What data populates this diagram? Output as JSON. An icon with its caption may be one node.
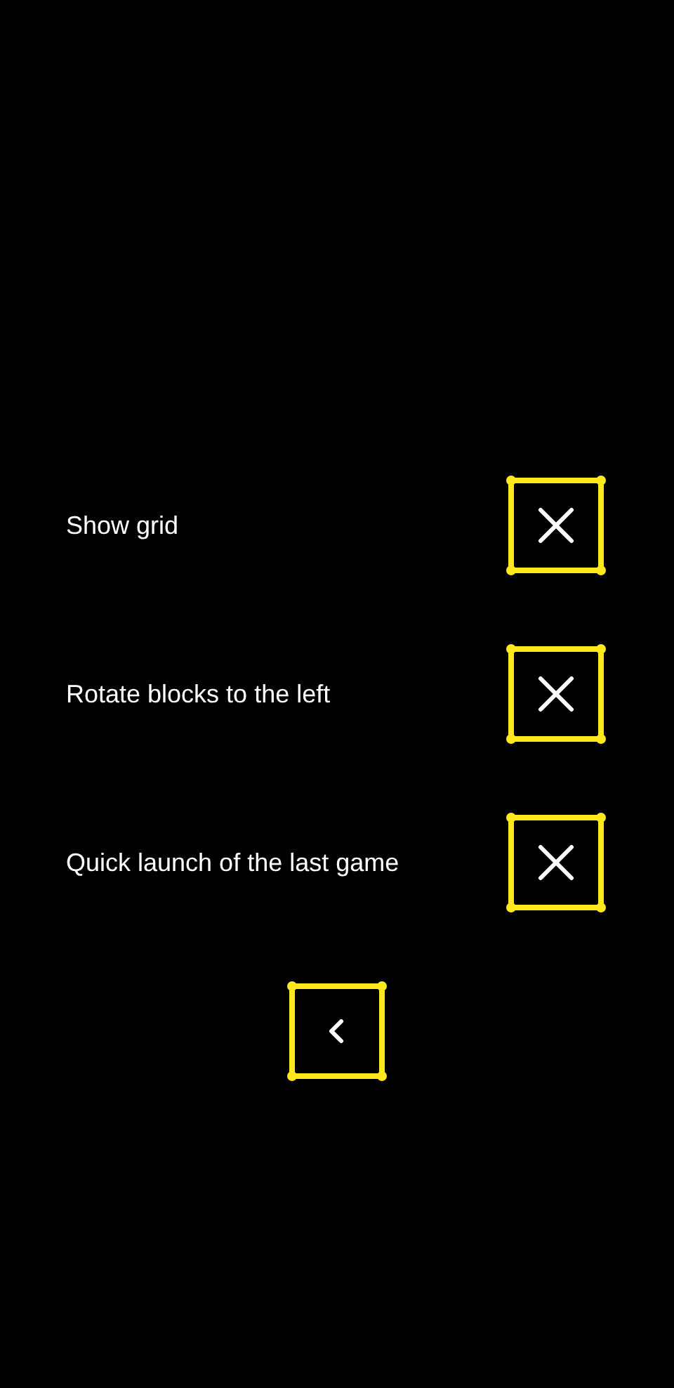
{
  "diagram": {
    "labels": [
      "Show grid",
      "Rotate blocks to the left",
      "Quick launch of the last game"
    ]
  }
}
